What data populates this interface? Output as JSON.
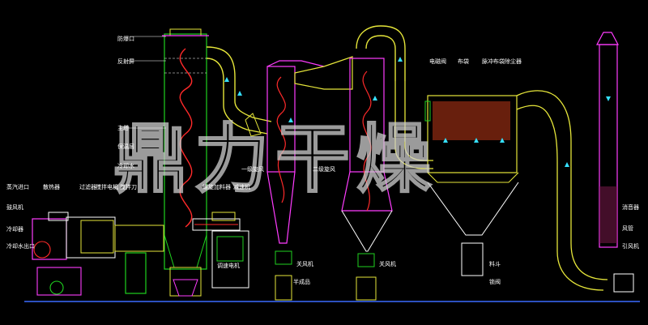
{
  "watermark": "鼎力干燥",
  "labels": {
    "anti_burst": "防爆口",
    "reflector": "反射屏",
    "main_tower": "主塔",
    "insulation": "保温层",
    "cooling_water": "冷却水",
    "steam_inlet": "蒸汽进口",
    "heat_exchanger": "散热器",
    "filter": "过滤器",
    "stirring_motor": "搅拌电机",
    "stirring_blade": "搅拌刀",
    "blower": "鼓风机",
    "cooler": "冷却器",
    "cooling_water_outlet": "冷却水出口",
    "screw_feeder": "螺旋加料器",
    "reducer": "减速机",
    "speed_motor": "调速电机",
    "cyclone1": "一级旋风",
    "cyclone2": "二级旋风",
    "valve1": "关风机",
    "valve2": "关风机",
    "material1": "半成品",
    "solenoid_valve": "电磁阀",
    "filter_bag": "布袋",
    "pulse_collector": "脉冲布袋除尘器",
    "chimney": "消音器",
    "fan_pipe": "风管",
    "exhaust_fan": "引风机",
    "hopper": "料斗",
    "rotary_valve": "锁阀"
  },
  "colors": {
    "background": "#000000",
    "duct": "#e6e63a",
    "wall": "#1fd21f",
    "magenta": "#ff3cff",
    "flow": "#ff2a2a",
    "arrow": "#36e0ff",
    "white": "#ffffff",
    "blue": "#3a6bff"
  }
}
